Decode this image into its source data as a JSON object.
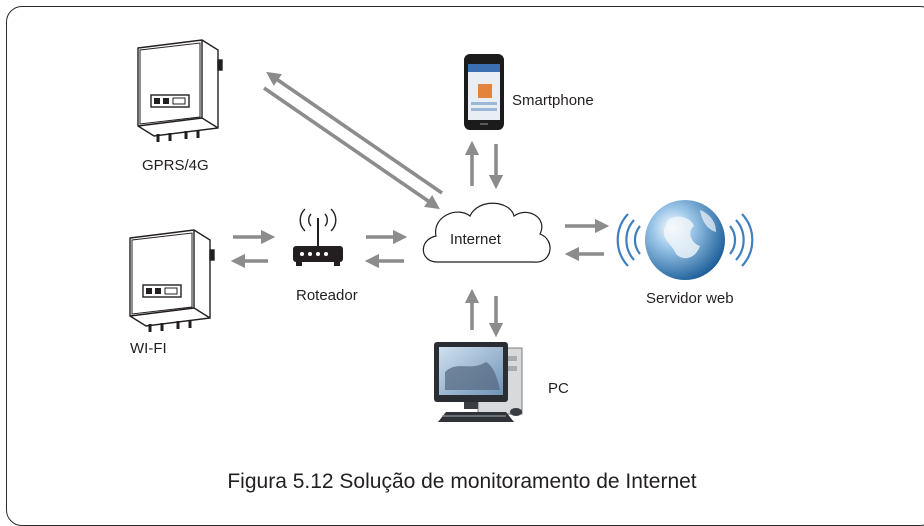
{
  "nodes": {
    "gprs": "GPRS/4G",
    "wifi": "WI-FI",
    "router": "Roteador",
    "internet": "Internet",
    "smartphone": "Smartphone",
    "server": "Servidor web",
    "pc": "PC"
  },
  "caption": "Figura 5.12 Solução de monitoramento de Internet",
  "colors": {
    "arrow": "#8c8c8c",
    "frame": "#2b2b2b",
    "globe": "#3a86c8",
    "waves": "#3f7fbf"
  }
}
